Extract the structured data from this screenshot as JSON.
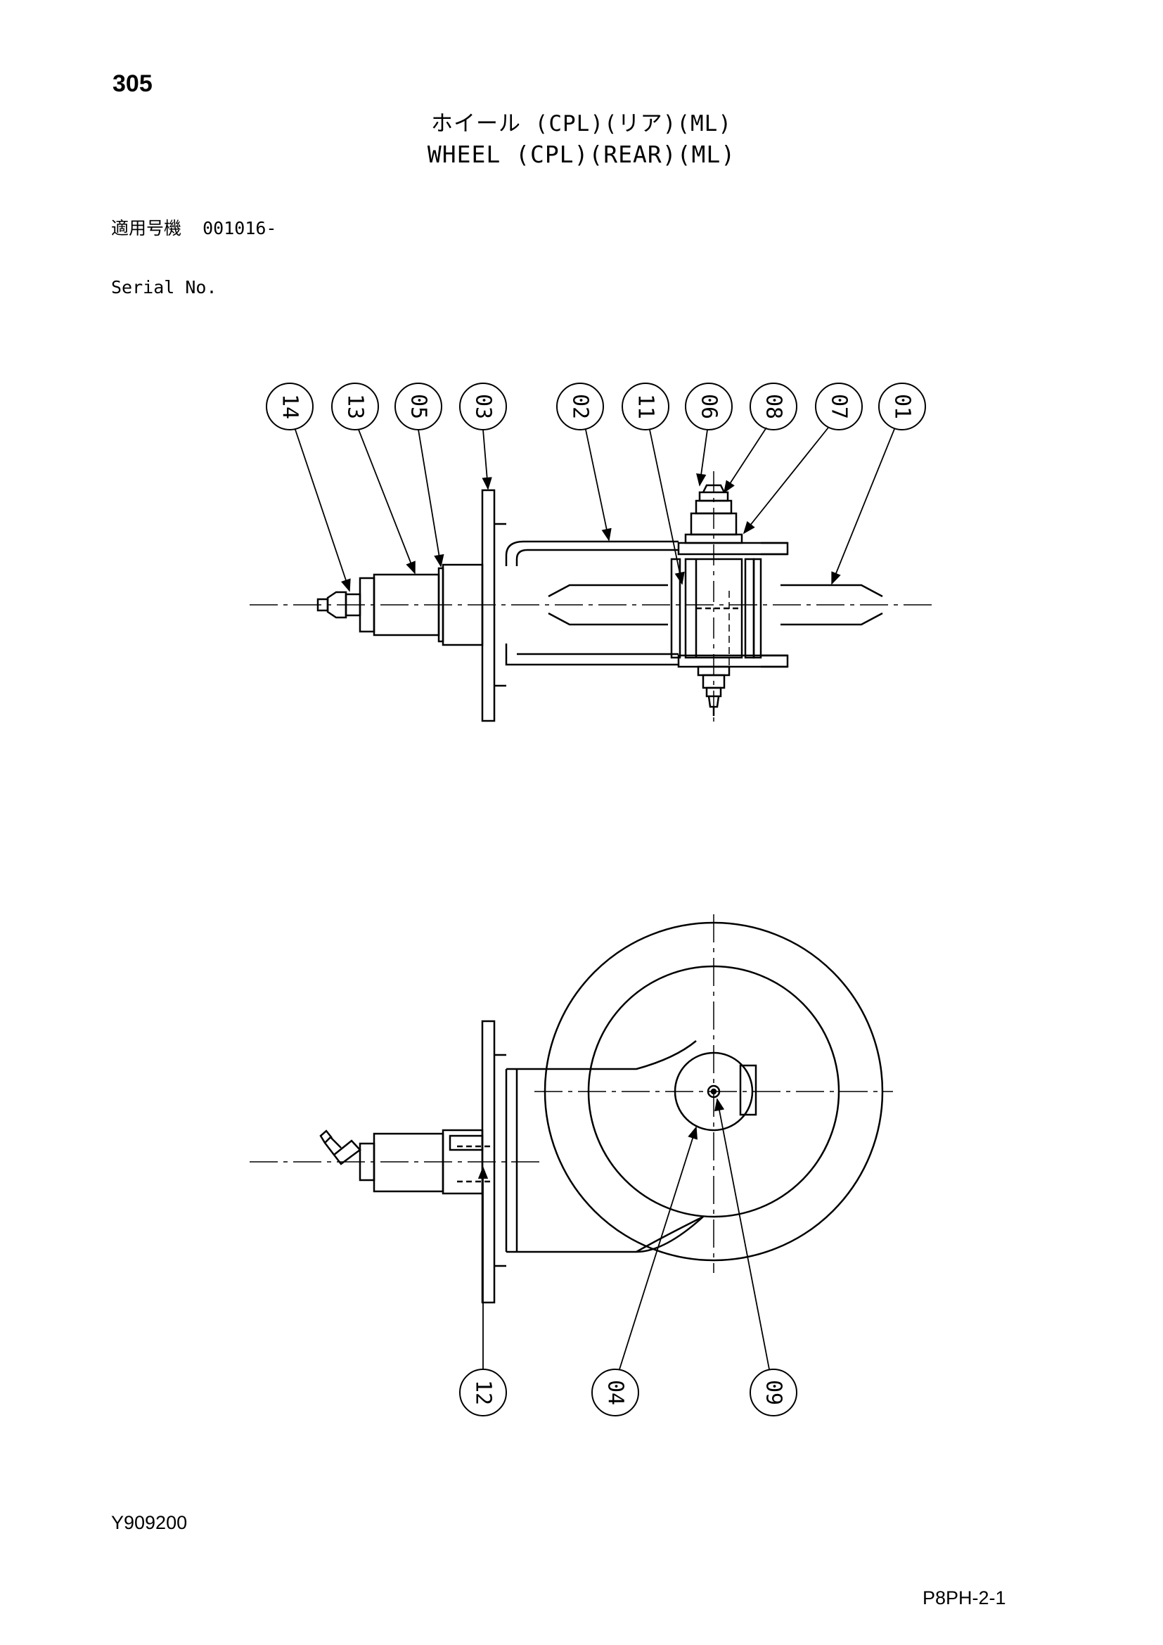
{
  "page_number": "305",
  "title_jp": "ホイール (CPL)(リア)(ML)",
  "title_en": "WHEEL (CPL)(REAR)(ML)",
  "serial": {
    "label_jp": "適用号機",
    "value": "001016-",
    "label_en": "Serial No."
  },
  "callouts_top": [
    "14",
    "13",
    "05",
    "03",
    "02",
    "11",
    "06",
    "08",
    "07",
    "01"
  ],
  "callouts_bottom": [
    "12",
    "04",
    "09"
  ],
  "drawing_code": "Y909200",
  "page_code": "P8PH-2-1"
}
